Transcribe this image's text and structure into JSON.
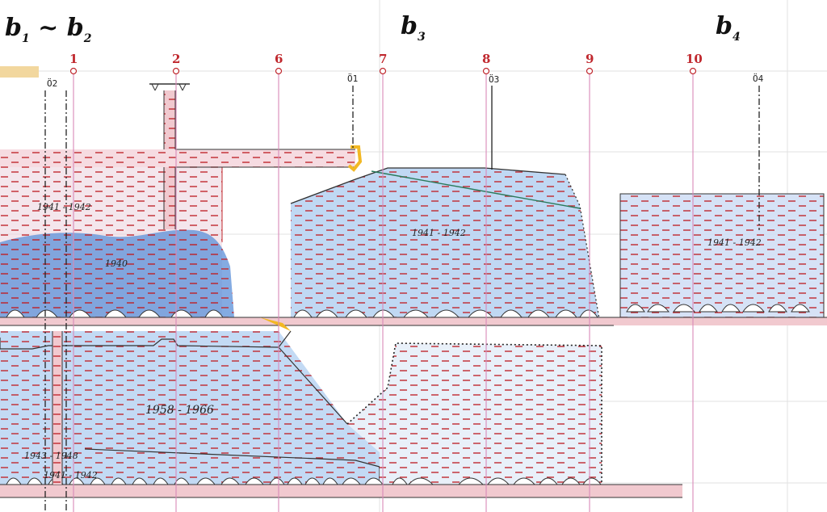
{
  "seams": {
    "b12": {
      "part1": "b",
      "sub1": "1",
      "sep": " ~ ",
      "part2": "b",
      "sub2": "2"
    },
    "b3": {
      "part": "b",
      "sub": "3"
    },
    "b4": {
      "part": "b",
      "sub": "4"
    }
  },
  "grid_lines": [
    "1",
    "2",
    "6",
    "7",
    "8",
    "9",
    "10"
  ],
  "boreholes": [
    "Ö2",
    "Ö1",
    "Ö3",
    "Ö4"
  ],
  "period_labels": {
    "left_upper": "1941 - 1942",
    "left_blue": "1940",
    "center_upper": "1941 - 1942",
    "right_upper": "1941 - 1942",
    "lower_main": "1958 - 1966",
    "lower_left_a": "1943 - 1948",
    "lower_left_b": "1941 - 1942"
  },
  "colors": {
    "hatch": "#c0282e",
    "grid": "#d889b9",
    "blue_wash": "#5b8fd8",
    "light_blue": "#b9d4f2",
    "yellow": "#f2b824",
    "ink": "#222222"
  }
}
